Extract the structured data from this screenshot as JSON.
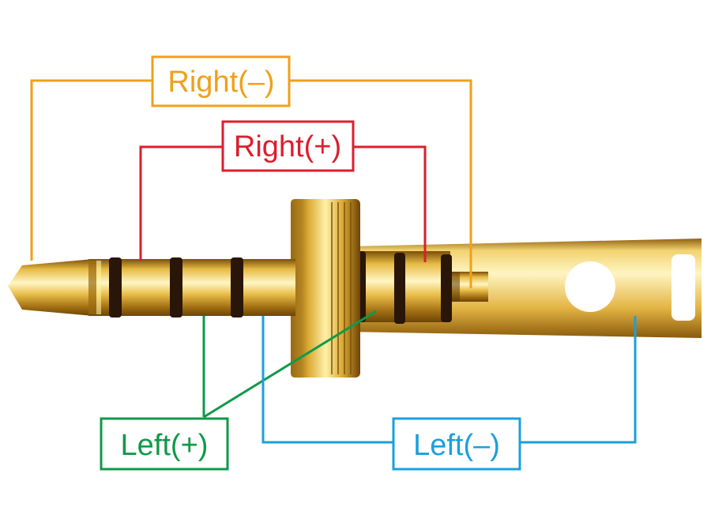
{
  "labels": {
    "right_minus": "Right(–)",
    "right_plus": "Right(+)",
    "left_plus": "Left(+)",
    "left_minus": "Left(–)"
  },
  "colors": {
    "right_minus": "#f0a01a",
    "right_plus": "#dc1e2d",
    "left_plus": "#0f9a48",
    "left_minus": "#1aa0dc",
    "gold_light": "#fff3b0",
    "gold_mid": "#e0b23a",
    "gold_dark": "#8a5c0c",
    "insulator": "#2a1608"
  },
  "icons": {
    "hole": "round-hole-icon",
    "slot": "slot-icon"
  }
}
